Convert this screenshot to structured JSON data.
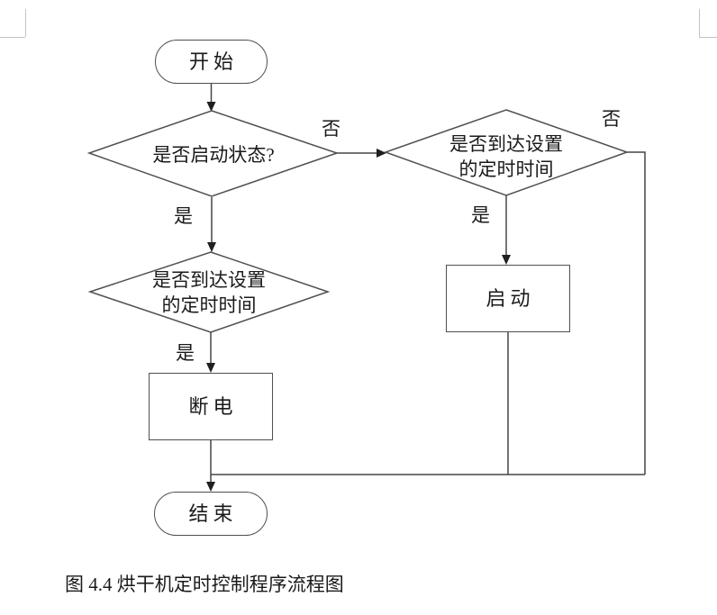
{
  "figure": {
    "caption": "图 4.4 烘干机定时控制程序流程图"
  },
  "flowchart": {
    "nodes": {
      "start": "开始",
      "check_running": "是否启动状态?",
      "check_timer_line1": "是否到达设置",
      "check_timer_line2": "的定时时间",
      "power_off": "断电",
      "power_on": "启动",
      "end": "结束"
    },
    "branch_labels": {
      "yes": "是",
      "no": "否"
    }
  },
  "colors": {
    "background": "#ffffff",
    "flow_line": "#454545",
    "shape_border": "#4f4f4f",
    "text": "#1a1a1a",
    "crop_mark": "#c3c3c3"
  }
}
